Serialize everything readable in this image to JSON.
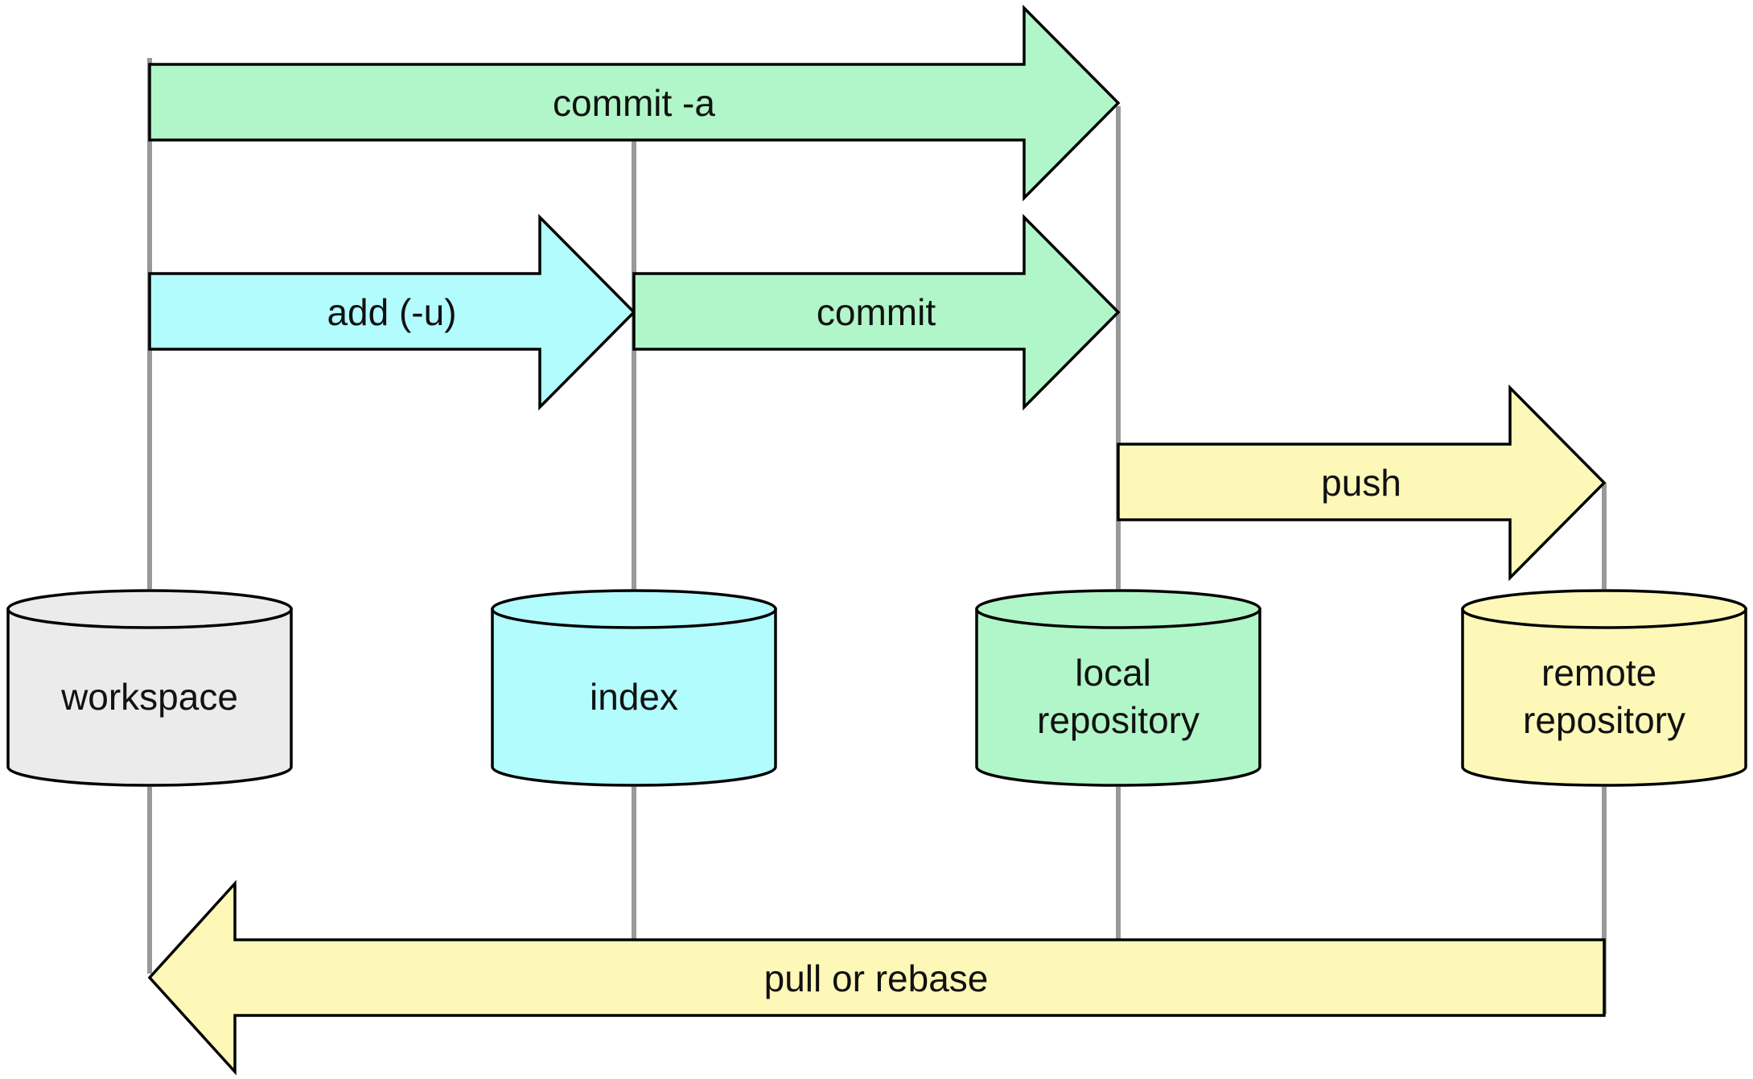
{
  "colors": {
    "workspace": "#ebebeb",
    "index": "#b2fcfe",
    "local": "#b1f6c8",
    "remote": "#fdf8b8",
    "line": "#999999",
    "stroke": "#000000"
  },
  "stores": {
    "workspace": {
      "lines": [
        "workspace"
      ]
    },
    "index": {
      "lines": [
        "index"
      ]
    },
    "local": {
      "lines": [
        "local",
        "repository"
      ]
    },
    "remote": {
      "lines": [
        "remote",
        "repository"
      ]
    }
  },
  "arrows": {
    "commit_a": "commit -a",
    "add": "add (-u)",
    "commit": "commit",
    "push": "push",
    "pull": "pull or rebase"
  }
}
